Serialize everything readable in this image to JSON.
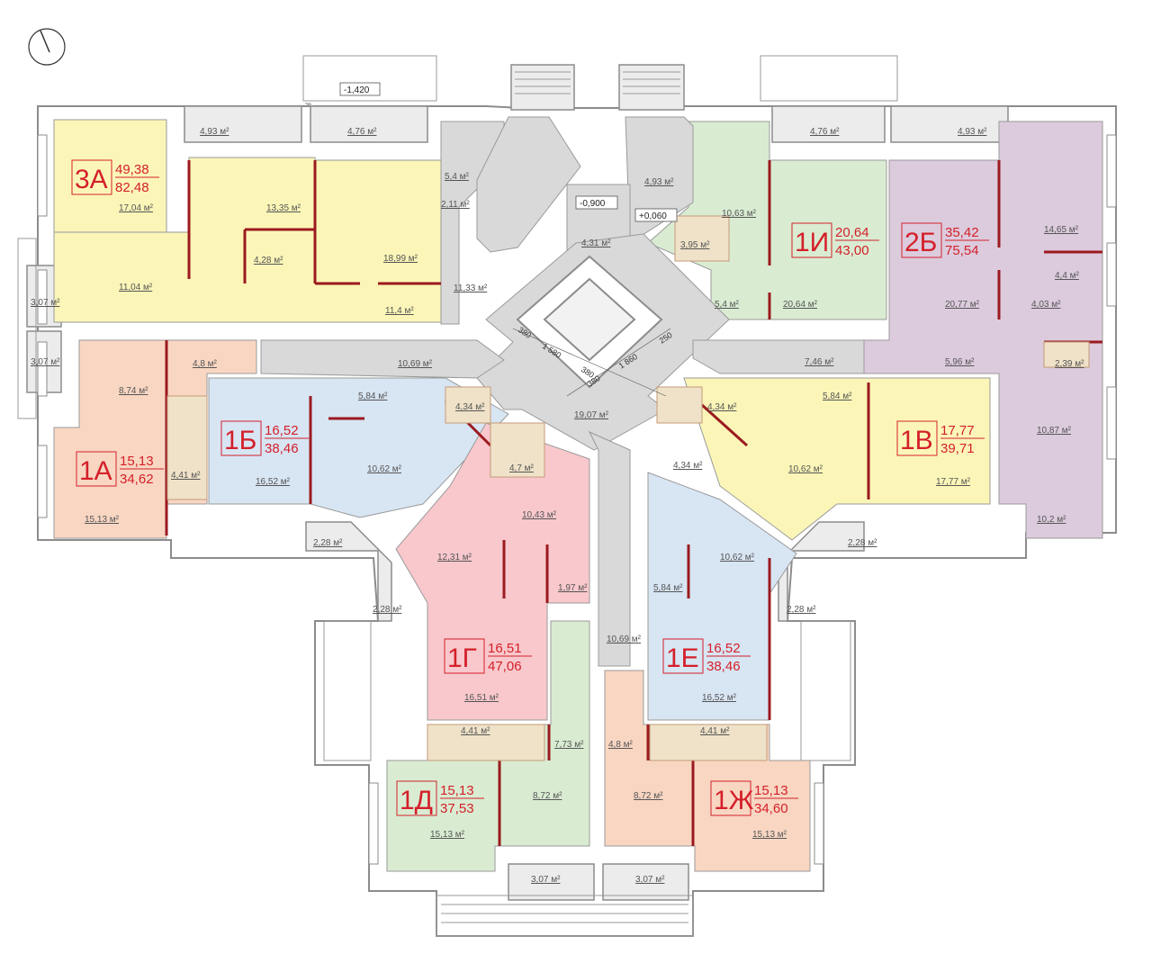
{
  "colors": {
    "yellow": "#fbf6b8",
    "peach": "#f8d6c2",
    "blue": "#d8e5f3",
    "pink": "#f8c8cc",
    "green": "#d9ecd2",
    "lilac": "#dccbdd",
    "common": "#d9d9d9",
    "wall": "#8c8c8c",
    "partition": "#9b1a1f",
    "label": "#d4202a"
  },
  "apartments": [
    {
      "id": "3a",
      "code": "3А",
      "living": "49,38",
      "total": "82,48"
    },
    {
      "id": "1a",
      "code": "1А",
      "living": "15,13",
      "total": "34,62"
    },
    {
      "id": "1b",
      "code": "1Б",
      "living": "16,52",
      "total": "38,46"
    },
    {
      "id": "1v",
      "code": "1В",
      "living": "17,77",
      "total": "39,71"
    },
    {
      "id": "1i",
      "code": "1И",
      "living": "20,64",
      "total": "43,00"
    },
    {
      "id": "2b",
      "code": "2Б",
      "living": "35,42",
      "total": "75,54"
    },
    {
      "id": "1g",
      "code": "1Г",
      "living": "16,51",
      "total": "47,06"
    },
    {
      "id": "1e",
      "code": "1Е",
      "living": "16,52",
      "total": "38,46"
    },
    {
      "id": "1d",
      "code": "1Д",
      "living": "15,13",
      "total": "37,53"
    },
    {
      "id": "1zh",
      "code": "1Ж",
      "living": "15,13",
      "total": "34,60"
    }
  ],
  "levels": [
    "-1,420",
    "-0,900",
    "+0,060"
  ],
  "stair_dims": [
    "380",
    "1 580",
    "380",
    "380",
    "1 860",
    "250"
  ],
  "areas": [
    "4,93 м²",
    "4,76 м²",
    "4,76 м²",
    "4,93 м²",
    "17,04 м²",
    "13,35 м²",
    "18,99 м²",
    "4,28 м²",
    "11,04 м²",
    "11,4 м²",
    "3,07 м²",
    "3,07 м²",
    "5,4 м²",
    "2,11 м²",
    "11,33 м²",
    "4,93 м²",
    "4,31 м²",
    "10,63 м²",
    "3,95 м²",
    "5,4 м²",
    "20,64 м²",
    "14,65 м²",
    "4,4 м²",
    "20,77 м²",
    "4,03 м²",
    "5,96 м²",
    "2,39 м²",
    "10,87 м²",
    "10,2 м²",
    "10,69 м²",
    "8,74 м²",
    "4,8 м²",
    "4,41 м²",
    "15,13 м²",
    "5,84 м²",
    "4,34 м²",
    "10,62 м²",
    "16,52 м²",
    "19,07 м²",
    "7,46 м²",
    "4,34 м²",
    "4,34 м²",
    "5,84 м²",
    "10,62 м²",
    "17,77 м²",
    "4,7 м²",
    "10,43 м²",
    "12,31 м²",
    "1,97 м²",
    "16,51 м²",
    "10,62 м²",
    "5,84 м²",
    "16,52 м²",
    "2,28 м²",
    "2,28 м²",
    "2,28 м²",
    "2,28 м²",
    "10,69 м²",
    "4,41 м²",
    "7,73 м²",
    "4,8 м²",
    "4,41 м²",
    "8,72 м²",
    "8,72 м²",
    "15,13 м²",
    "15,13 м²",
    "3,07 м²",
    "3,07 м²"
  ]
}
